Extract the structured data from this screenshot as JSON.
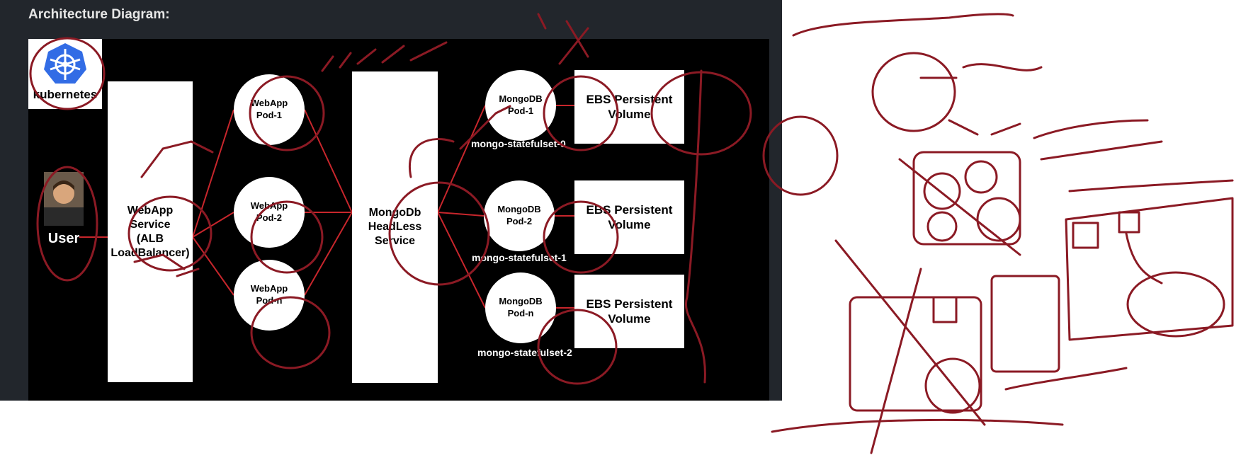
{
  "panel_title": "Architecture Diagram:",
  "logo": {
    "text": "kubernetes",
    "icon": "kubernetes-helm-wheel-icon",
    "color": "#326ce5"
  },
  "user": {
    "label": "User",
    "icon": "person-photo-icon"
  },
  "service": {
    "line1": "WebApp",
    "line2": "Service",
    "line3": "(ALB",
    "line4": "LoadBalancer)"
  },
  "webapp_pods": [
    {
      "line1": "WebApp",
      "line2": "Pod-1"
    },
    {
      "line1": "WebApp",
      "line2": "Pod-2"
    },
    {
      "line1": "WebApp",
      "line2": "Pod-n"
    }
  ],
  "headless": {
    "line1": "MongoDb",
    "line2": "HeadLess",
    "line3": "Service"
  },
  "mongo_pods": [
    {
      "line1": "MongoDB",
      "line2": "Pod-1",
      "set": "mongo-statefulset-0"
    },
    {
      "line1": "MongoDB",
      "line2": "Pod-2",
      "set": "mongo-statefulset-1"
    },
    {
      "line1": "MongoDB",
      "line2": "Pod-n",
      "set": "mongo-statefulset-2"
    }
  ],
  "volumes": [
    {
      "line1": "EBS Persistent",
      "line2": "Volume"
    },
    {
      "line1": "EBS Persistent",
      "line2": "Volume"
    },
    {
      "line1": "EBS Persistent",
      "line2": "Volume"
    }
  ],
  "colors": {
    "connector": "#c8262c",
    "ink": "#8b1a24",
    "panel": "#22262c",
    "canvas": "#000000"
  }
}
